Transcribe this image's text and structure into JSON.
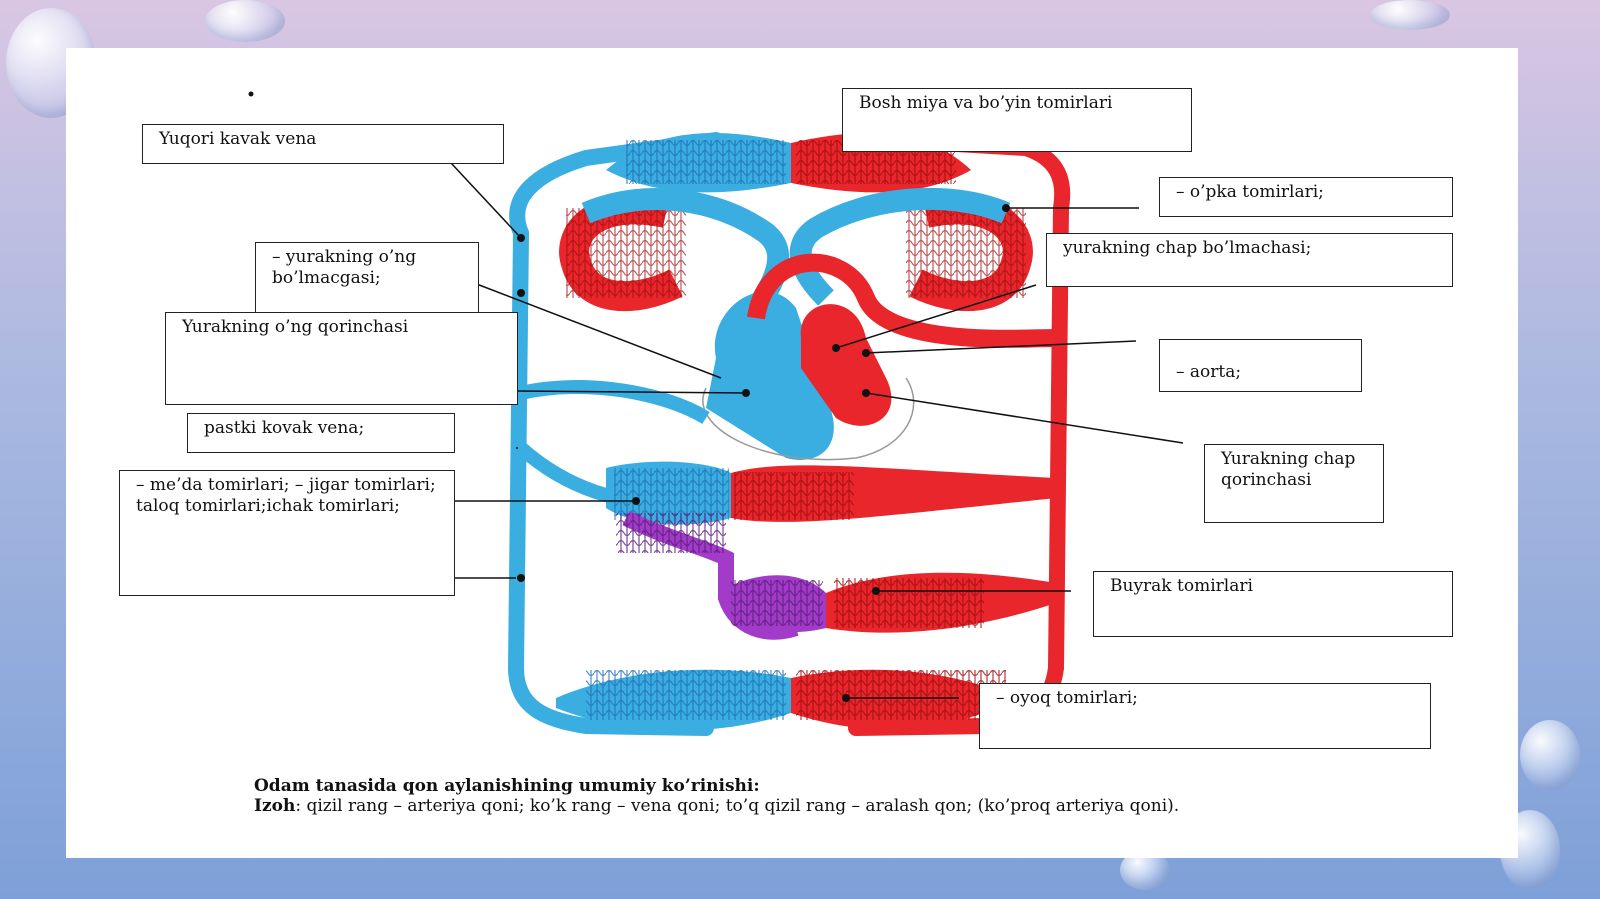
{
  "labels": {
    "yuqori_kavak_vena": "Yuqori kavak vena",
    "bosh_miya": "Bosh miya va bo’yin tomirlari",
    "opka": "– o’pka tomirlari;",
    "ong_bolmacha": "– yurakning o’ng bo’lmacgasi;",
    "chap_bolmacha": "yurakning chap bo’lmachasi;",
    "ong_qorincha": "Yurakning o’ng qorinchasi",
    "aorta": "– aorta;",
    "pastki_vena": "pastki kovak vena;",
    "chap_qorincha": "Yurakning chap qorinchasi",
    "meda": "– me’da tomirlari; – jigar tomirlari; taloq tomirlari;ichak tomirlari;",
    "buyrak": "Buyrak tomirlari",
    "oyoq": "– oyoq tomirlari;"
  },
  "caption": {
    "title": "Odam tanasida qon aylanishining umumiy ko’rinishi:",
    "note_label": "Izoh",
    "note_text": ":  qizil rang – arteriya qoni; ko’k rang – vena qoni; to’q qizil rang – aralash qon; (ko’proq arteriya qoni)."
  },
  "colors": {
    "artery": "#e8262b",
    "vein": "#3aaee0",
    "mixed": "#a23bc8",
    "background_top": "#d9c6e3",
    "background_bottom": "#7ea0d8"
  }
}
